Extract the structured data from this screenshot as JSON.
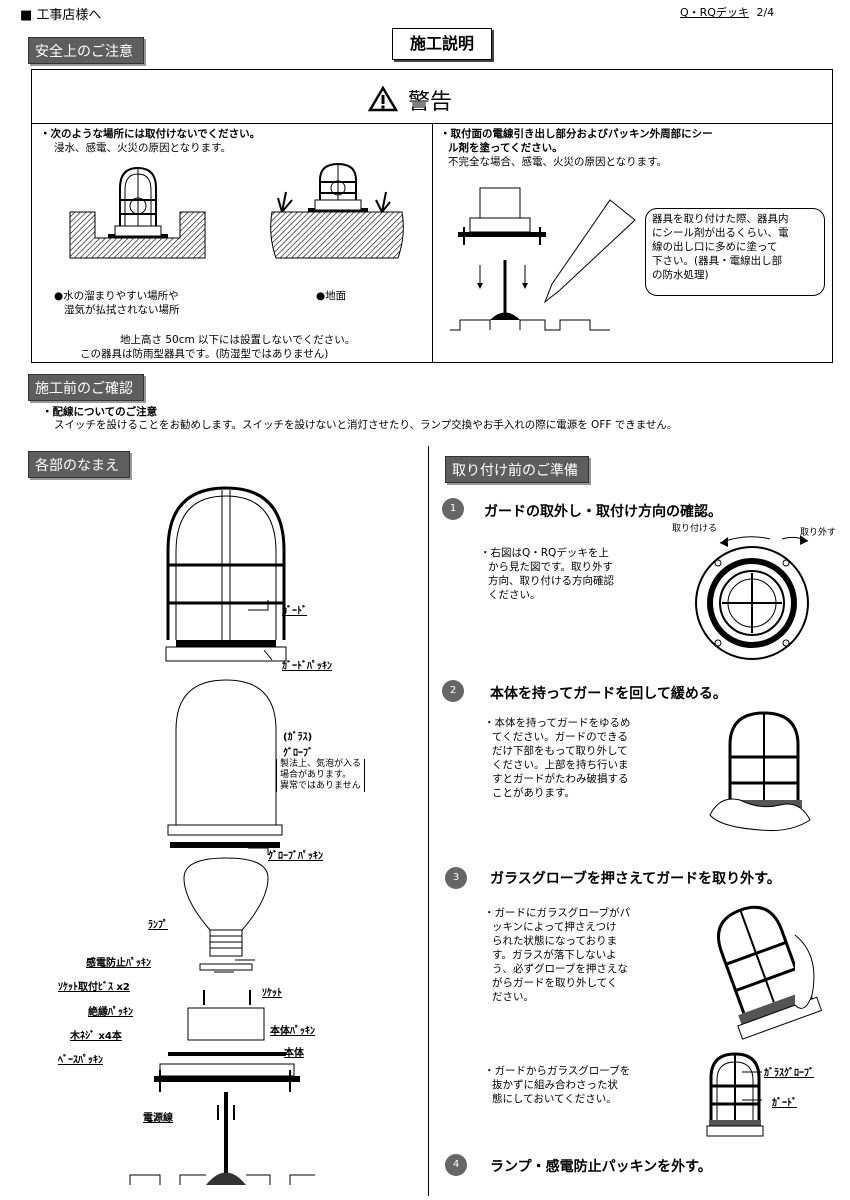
{
  "header": {
    "left_title": "■ 工事店様へ",
    "page_ref": "Q・RQデッキ",
    "page_num": "2/4"
  },
  "sections": {
    "safety": "安全上のご注意",
    "title": "施工説明",
    "pre_check": "施工前のご確認",
    "parts": "各部のなまえ",
    "prep": "取り付け前のご準備"
  },
  "warning": {
    "heading": "警告",
    "left_line1": "・次のような場所には取付けないでください。",
    "left_line2": "浸水、感電、火災の原因となります。",
    "caption_a1": "●水の溜まりやすい場所や",
    "caption_a2": "湿気が払拭されない場所",
    "caption_b": "●地面",
    "note1": "地上高さ 50cm 以下には設置しないでください。",
    "note2": "この器具は防雨型器具です。(防湿型ではありません)",
    "right_line1": "・取付面の電線引き出し部分およびパッキン外周部にシー",
    "right_line2": "ル剤を塗ってください。",
    "right_line3": "不完全な場合、感電、火災の原因となります。",
    "bubble": [
      "器具を取り付けた際、器具内",
      "にシール剤が出るくらい、電",
      "線の出し口に多めに塗って",
      "下さい。(器具・電線出し部",
      "の防水処理)"
    ]
  },
  "pre_check": {
    "line1": "・配線についてのご注意",
    "line2": "スイッチを設けることをお勧めします。スイッチを設けないと消灯させたり、ランプ交換やお手入れの際に電源を OFF できません。"
  },
  "parts": {
    "guard": "ｶﾞｰﾄﾞ",
    "guard_packing": "ｶﾞｰﾄﾞﾊﾟｯｷﾝ",
    "glass": "(ｶﾞﾗｽ)",
    "globe": "ｸﾞﾛｰﾌﾞ",
    "globe_note": [
      "製法上、気泡が入る",
      "場合があります。",
      "異常ではありません"
    ],
    "globe_packing": "ｸﾞﾛｰﾌﾞﾊﾟｯｷﾝ",
    "lamp": "ﾗﾝﾌﾟ",
    "shock_packing": "感電防止ﾊﾟｯｷﾝ",
    "socket_screw": "ｿｹｯﾄ取付ﾋﾞｽ x2",
    "socket": "ｿｹｯﾄ",
    "insulating_packing": "絶縁ﾊﾟｯｷﾝ",
    "body_packing": "本体ﾊﾟｯｷﾝ",
    "wood_screw": "木ﾈｼﾞ x4本",
    "body": "本体",
    "base_packing": "ﾍﾞｰｽﾊﾟｯｷﾝ",
    "power_wire": "電源線"
  },
  "prep": {
    "step1_num": "1",
    "step1": "ガードの取外し・取付け方向の確認。",
    "step1_text": [
      "・右図はQ・RQデッキを上",
      "から見た図です。取り外す",
      "方向、取り付ける方向確認",
      "ください。"
    ],
    "attach": "取り付ける",
    "remove": "取り外す",
    "step2_num": "2",
    "step2": "本体を持ってガードを回して緩める。",
    "step2_text": [
      "・本体を持ってガードをゆるめ",
      "てください。ガードのできる",
      "だけ下部をもって取り外して",
      "ください。上部を持ち行いま",
      "すとガードがたわみ破損する",
      "ことがあります。"
    ],
    "step3_num": "3",
    "step3": "ガラスグローブを押さえてガードを取り外す。",
    "step3_text": [
      "・ガードにガラスグローブがパ",
      "ッキンによって押さえつけ",
      "られた状態になっておりま",
      "す。ガラスが落下しないよ",
      "う、必ずグローブを押さえな",
      "がらガードを取り外してく",
      "ださい。"
    ],
    "step3_text2": [
      "・ガードからガラスグローブを",
      "抜かずに組み合わさった状",
      "態にしておいてください。"
    ],
    "glass_globe": "ｶﾞﾗｽｸﾞﾛｰﾌﾞ",
    "guard2": "ｶﾞｰﾄﾞ",
    "step4_num": "4",
    "step4": "ランプ・感電防止パッキンを外す。"
  }
}
